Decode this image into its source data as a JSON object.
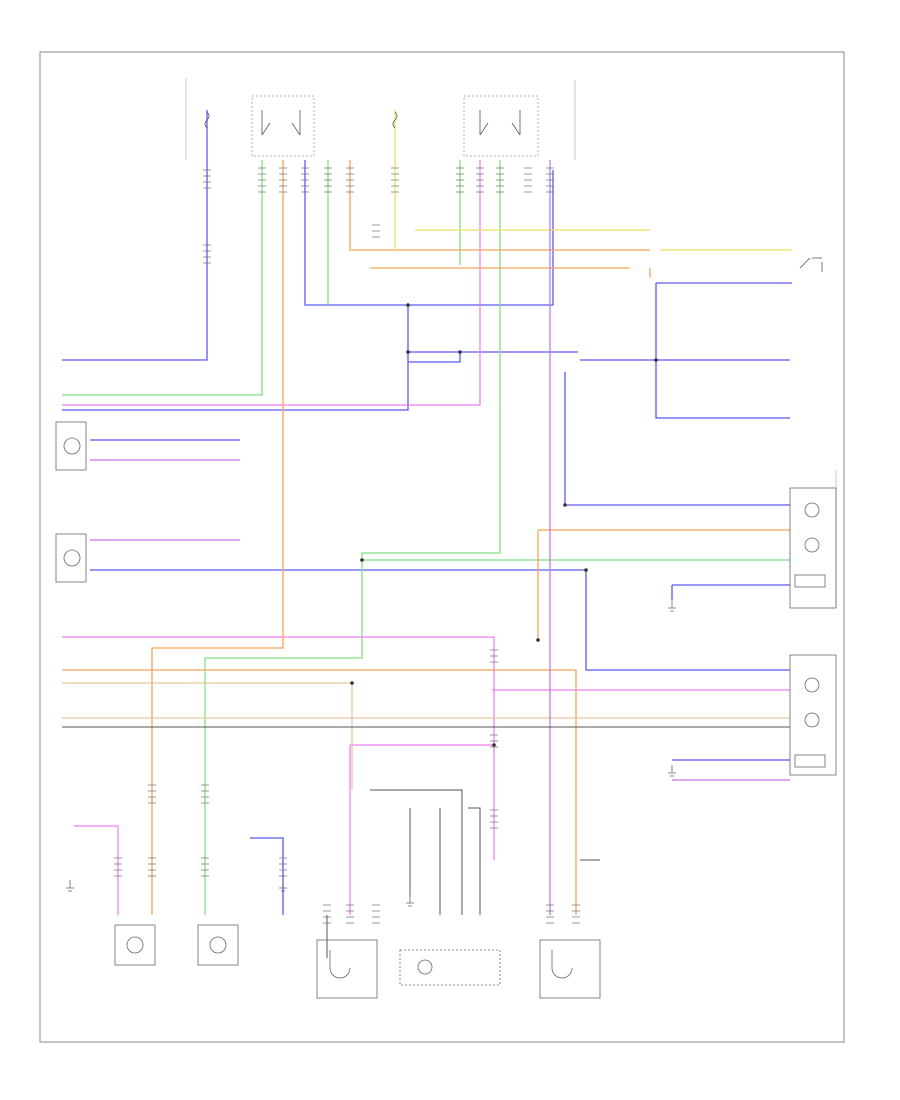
{
  "figure": {
    "type": "wiring-diagram",
    "footer_ref": "",
    "line_refs": [
      "",
      "",
      "",
      "",
      "",
      "",
      "",
      "",
      "",
      ""
    ],
    "wire_colors": {
      "purple_blue": "#5a5af0",
      "green": "#7fe07f",
      "pink": "#f07ff0",
      "orange": "#f5a35a",
      "yellow": "#f0e05a",
      "tan": "#e6c89a",
      "violet": "#c478e8",
      "dark": "#555555",
      "light_gray": "#c8c8c8"
    },
    "top_labels": [
      "",
      "",
      "",
      "",
      ""
    ],
    "component_labels": [
      {
        "id": "headlamp-switch-upper",
        "lines": [
          "",
          "",
          "",
          ""
        ]
      },
      {
        "id": "headlamp-switch-lower",
        "lines": [
          "",
          "",
          "",
          ""
        ]
      },
      {
        "id": "stop-lamp-switch",
        "lines": [
          "",
          "",
          "",
          ""
        ]
      },
      {
        "id": "flasher",
        "lines": [
          ""
        ]
      },
      {
        "id": "right-rear-lamp-upper",
        "lines": [
          "",
          "",
          "",
          ""
        ]
      },
      {
        "id": "right-rear-lamp-lower",
        "lines": [
          "",
          "",
          "",
          ""
        ]
      },
      {
        "id": "left-rear-lamp",
        "lines": [
          "",
          "",
          ""
        ]
      },
      {
        "id": "center-high-mount-stop-lamp",
        "lines": [
          "",
          ""
        ]
      },
      {
        "id": "right-rear-lamp-assembly",
        "lines": [
          "",
          "",
          ""
        ]
      },
      {
        "id": "lr-turn-lamp",
        "lines": [
          "",
          "",
          "",
          ""
        ]
      },
      {
        "id": "rr-turn-lamp",
        "lines": [
          "",
          "",
          "",
          ""
        ]
      }
    ]
  }
}
